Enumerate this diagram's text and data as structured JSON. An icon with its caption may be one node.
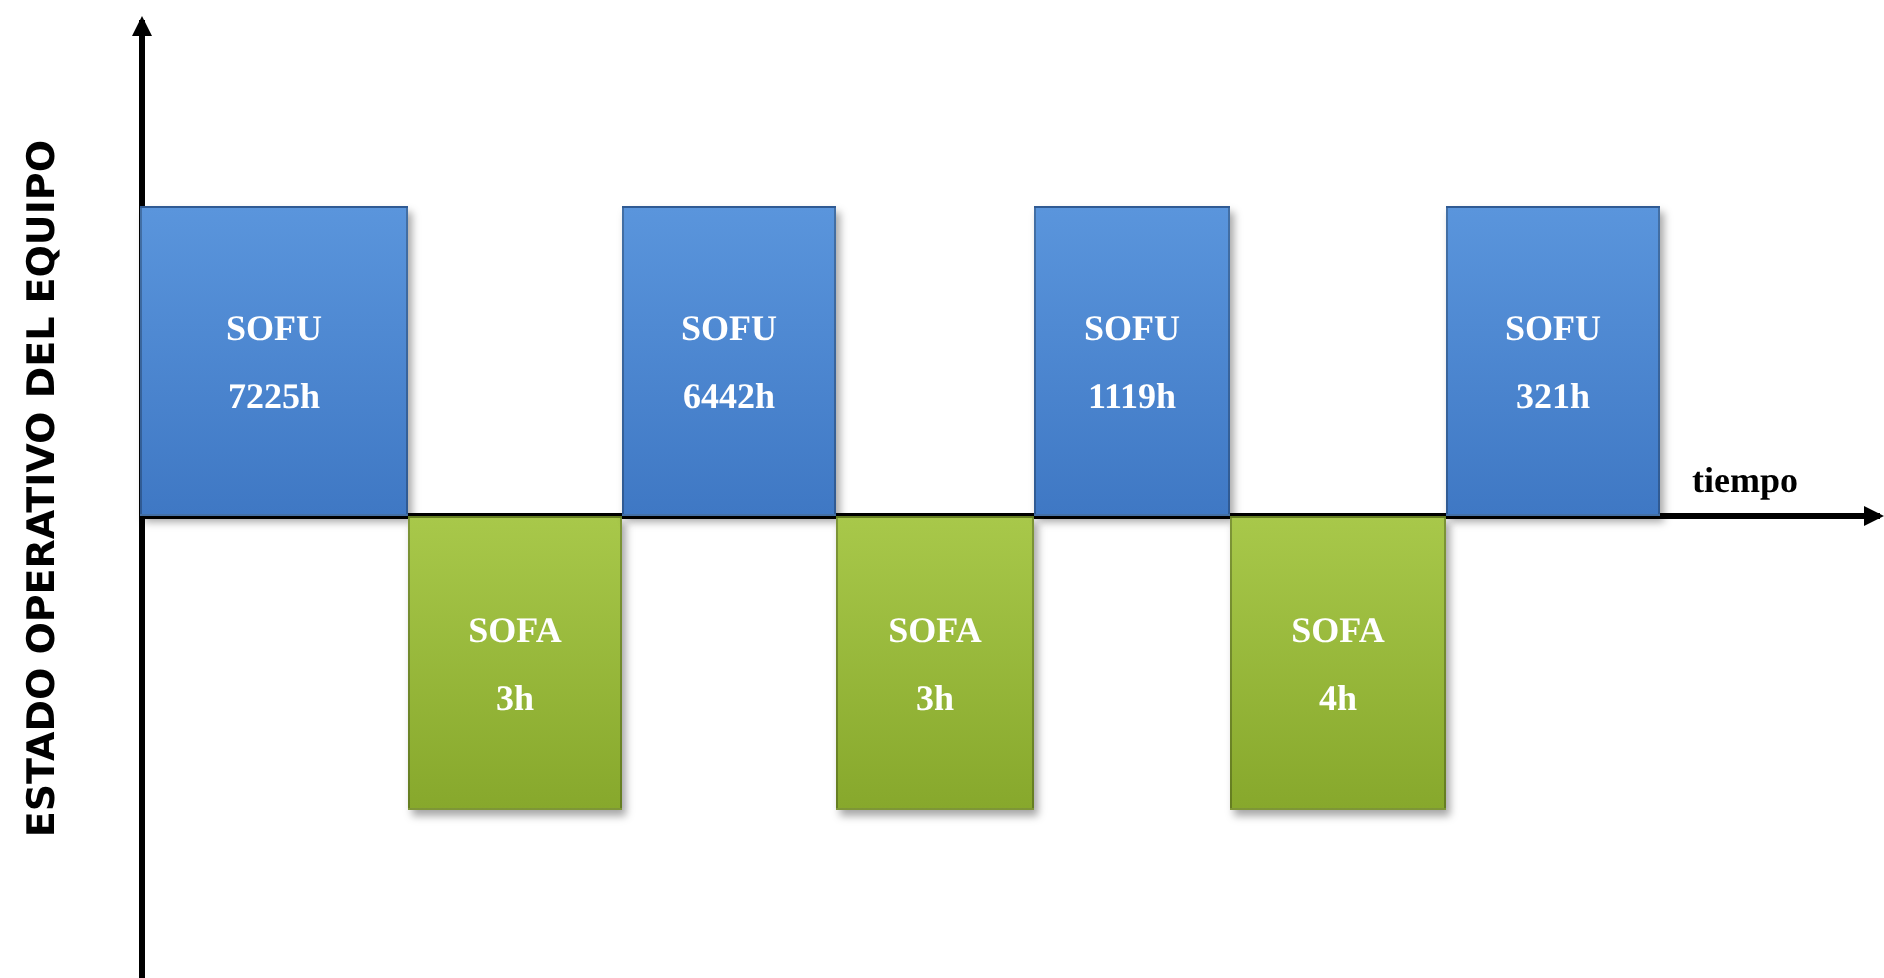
{
  "diagram": {
    "nodes": [
      {
        "text": [
          "SOFU",
          "7225h"
        ]
      },
      {
        "text": [
          "SOFA",
          "3h"
        ]
      },
      {
        "text": [
          "SOFU",
          "6442h"
        ]
      },
      {
        "text": [
          "SOFA",
          "3h"
        ]
      },
      {
        "text": [
          "SOFU",
          "1119h"
        ]
      },
      {
        "text": [
          "SOFA",
          "4h"
        ]
      },
      {
        "text": [
          "SOFU",
          "321h"
        ]
      }
    ],
    "edges": [],
    "labels": [
      "tiempo",
      "ESTADO OPERATIVO DEL EQUIPO"
    ]
  }
}
